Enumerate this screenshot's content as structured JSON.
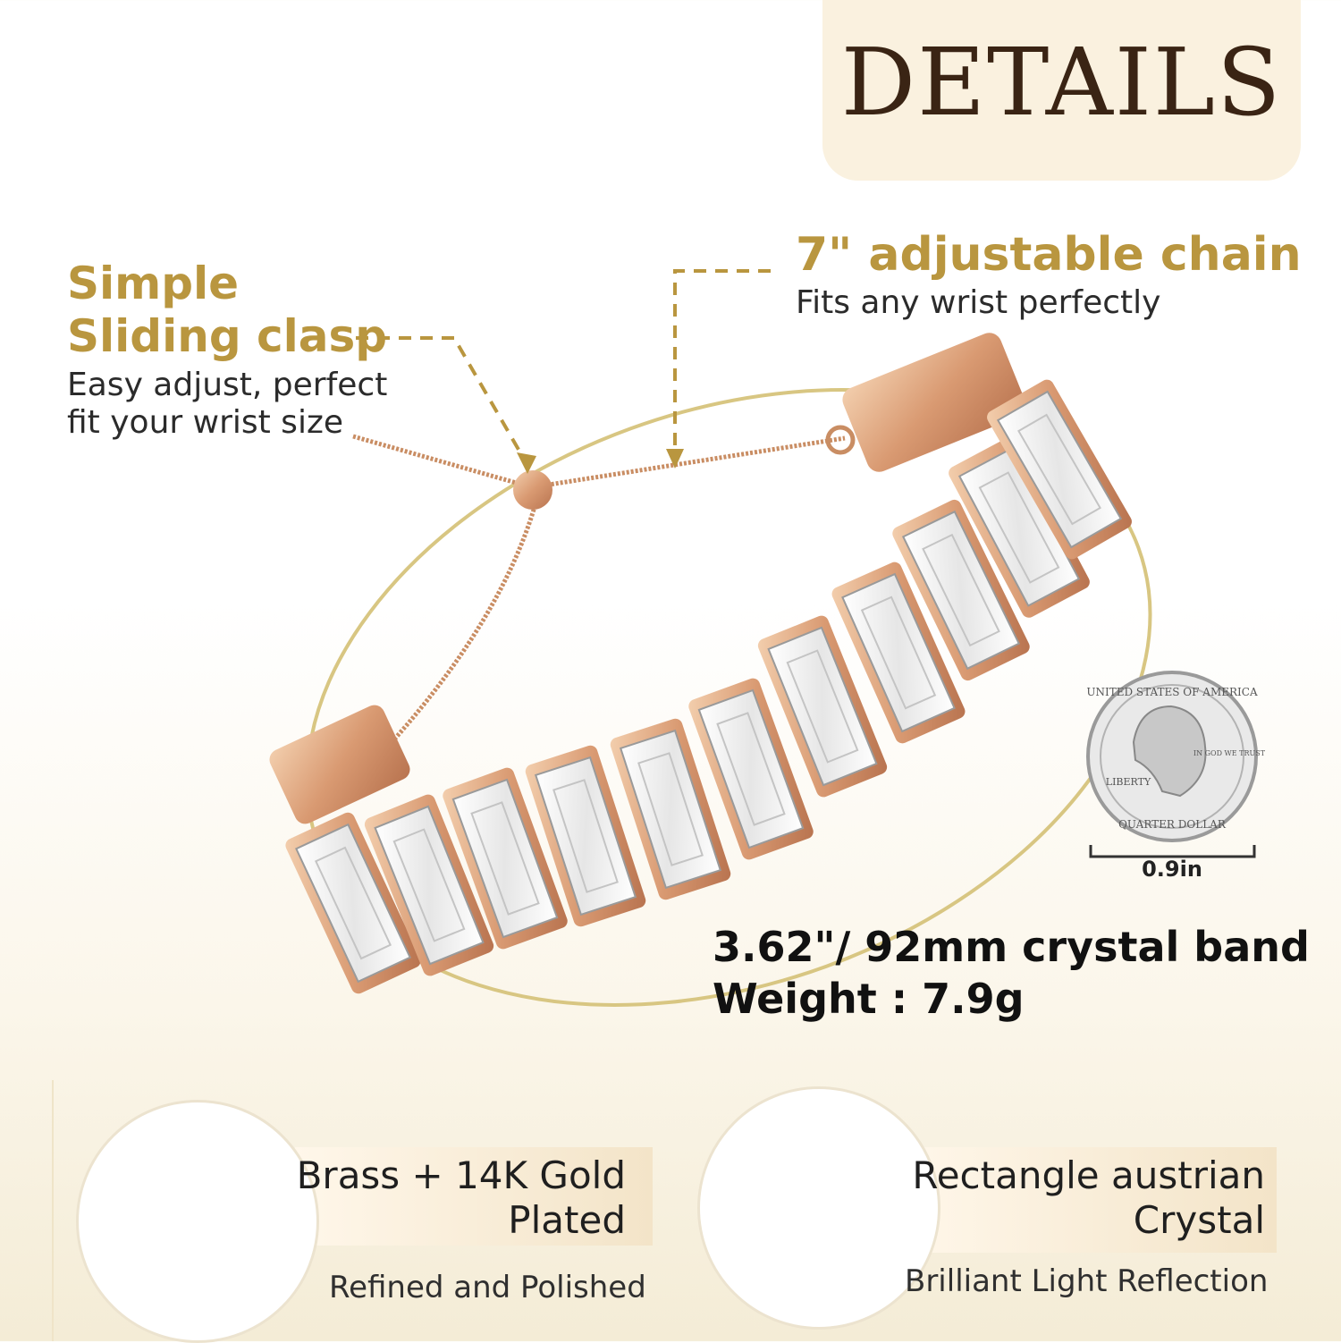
{
  "header": {
    "title": "DETAILS"
  },
  "callouts": {
    "clasp": {
      "title_line1": "Simple",
      "title_line2": "Sliding clasp",
      "desc_line1": "Easy adjust, perfect",
      "desc_line2": "fit your wrist size"
    },
    "chain": {
      "title": "7\" adjustable chain",
      "desc": "Fits any wrist perfectly"
    }
  },
  "specs": {
    "band": "3.62\"/ 92mm crystal band",
    "weight": "Weight : 7.9g"
  },
  "coin": {
    "scale_label": "0.9in",
    "text_top": "UNITED STATES OF AMERICA",
    "text_bottom": "QUARTER DOLLAR",
    "text_liberty": "LIBERTY",
    "text_motto": "IN GOD WE TRUST"
  },
  "features": {
    "material": {
      "title_line1": "Brass + 14K Gold",
      "title_line2": "Plated",
      "subtitle": "Refined and Polished"
    },
    "crystal": {
      "title_line1": "Rectangle austrian",
      "title_line2": "Crystal",
      "subtitle": "Brilliant Light Reflection"
    }
  },
  "colors": {
    "gold_accent": "#b9963f",
    "title_brown": "#3a2414",
    "rose_gold": "#d9a27c",
    "panel_beige": "#faf1df"
  }
}
